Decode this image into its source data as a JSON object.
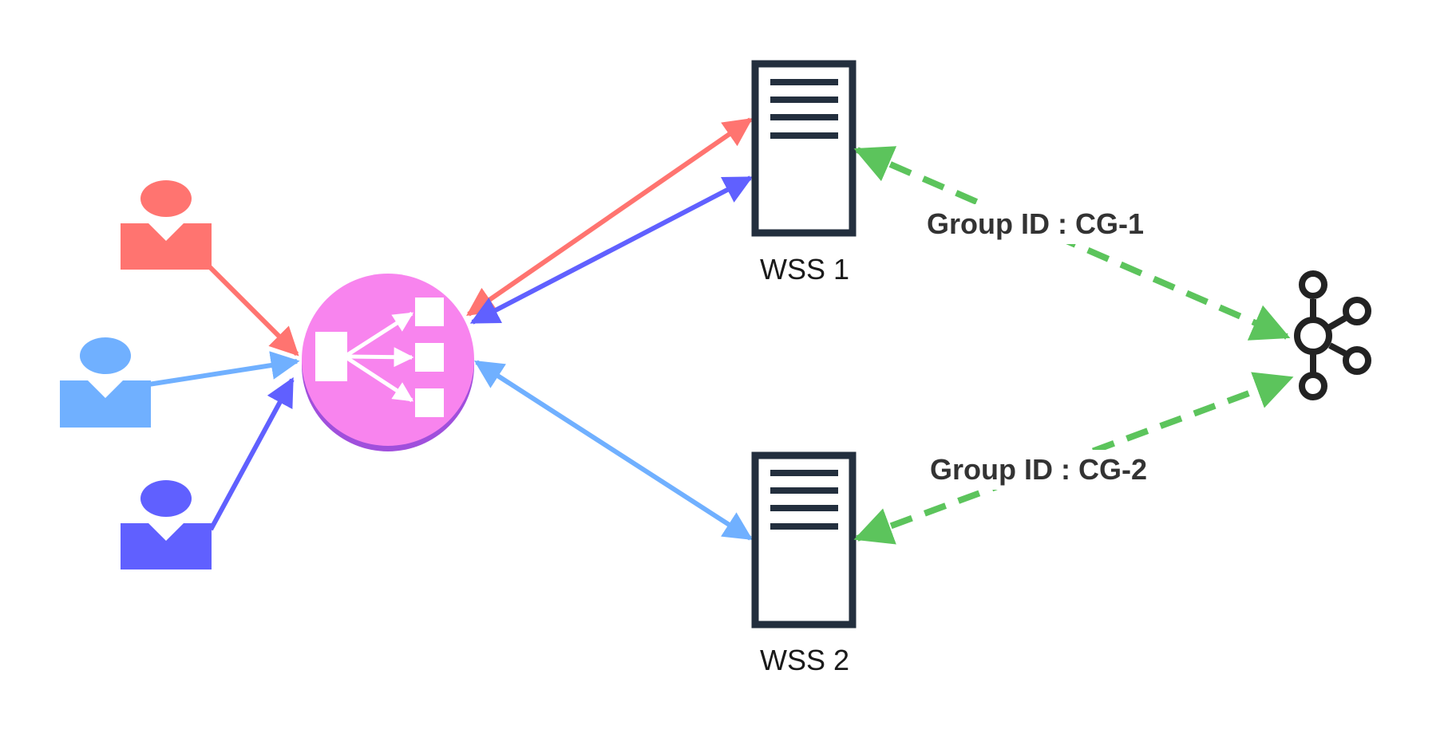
{
  "servers": [
    {
      "id": "wss-1",
      "label": "WSS 1"
    },
    {
      "id": "wss-2",
      "label": "WSS 2"
    }
  ],
  "groups": [
    {
      "id": "cg-1",
      "label": "Group ID : CG-1"
    },
    {
      "id": "cg-2",
      "label": "Group ID : CG-2"
    }
  ],
  "icons": {
    "clients": [
      "user-icon",
      "user-icon",
      "user-icon"
    ],
    "balancer": "load-balancer-icon",
    "server": "server-icon",
    "broker": "kafka-icon"
  },
  "colors": {
    "client_red": "#ff7470",
    "client_light_blue": "#70b0ff",
    "client_indigo": "#6060ff",
    "balancer_fill": "#f884ee",
    "balancer_shadow": "#a04fdc",
    "server_stroke": "#232f3e",
    "consumer_group_link": "#5cc45c",
    "broker": "#222222"
  }
}
